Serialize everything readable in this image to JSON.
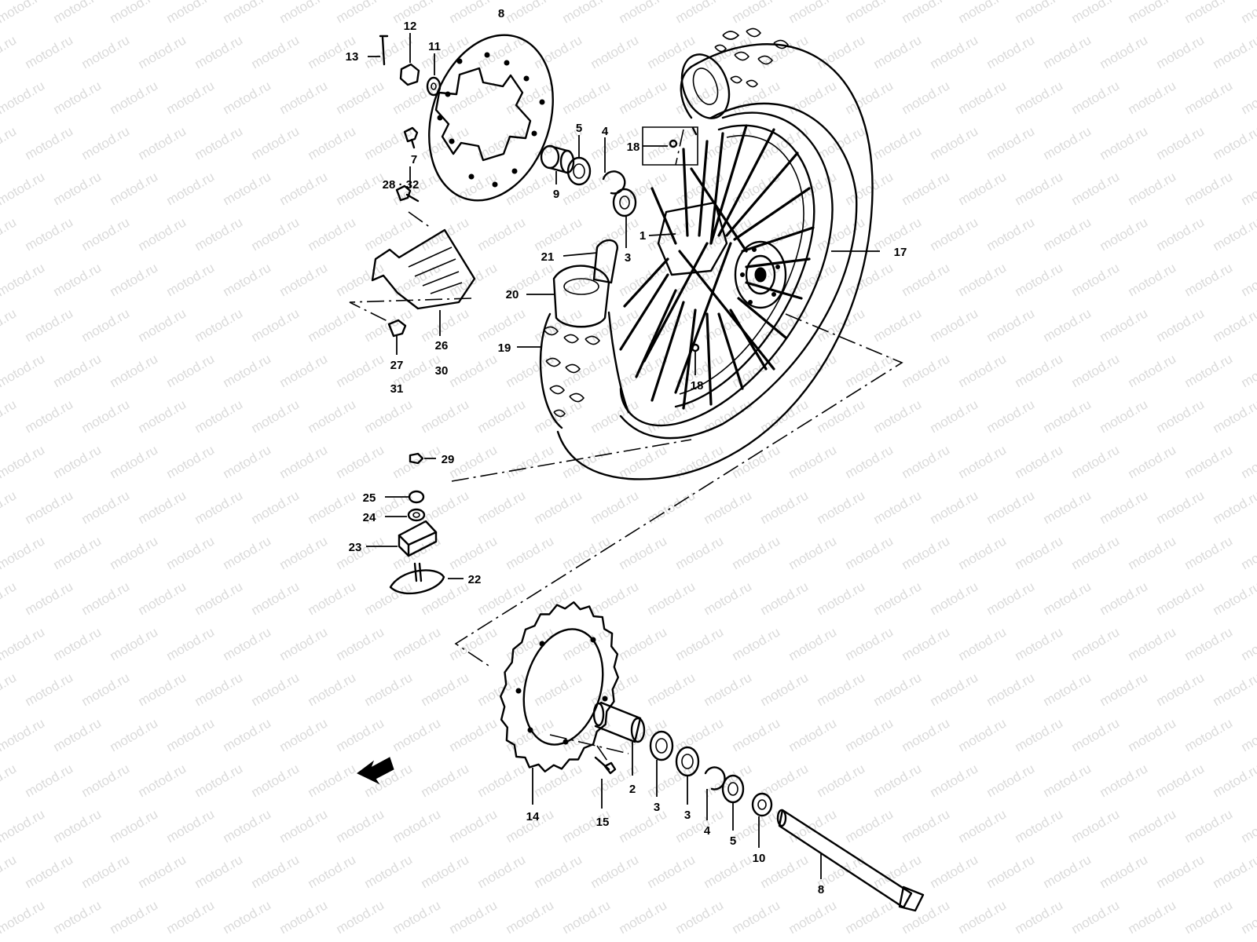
{
  "watermark": "motod.ru",
  "colors": {
    "line": "#000000",
    "background": "#ffffff",
    "watermark": "#bdbdbd"
  },
  "labels": {
    "disc_top": "8",
    "bolt_13": "13",
    "nut_12": "12",
    "washer_11": "11",
    "bolt_7": "7",
    "spacer_9": "9",
    "seal_5_top": "5",
    "circlip_4_top": "4",
    "bearing_3_top": "3",
    "hub_1": "1",
    "nipple_18_top": "18",
    "nipple_18_bottom": "18",
    "rim_17": "17",
    "bolt_28_32": "28 · 32",
    "protector_26_30_a": "26",
    "protector_26_30_b": "30",
    "bolt_27_31_a": "27",
    "bolt_27_31_b": "31",
    "tape_21": "21",
    "tube_20": "20",
    "tire_19": "19",
    "valve_cap_29": "29",
    "nut_25": "25",
    "washer_24": "24",
    "rim_lock_23": "23",
    "rim_lock_22": "22",
    "sprocket_14": "14",
    "bolt_15": "15",
    "spacer_2": "2",
    "bearing_3_a": "3",
    "bearing_3_b": "3",
    "circlip_4_bottom": "4",
    "seal_5_bottom": "5",
    "spacer_10": "10",
    "axle_8": "8"
  }
}
